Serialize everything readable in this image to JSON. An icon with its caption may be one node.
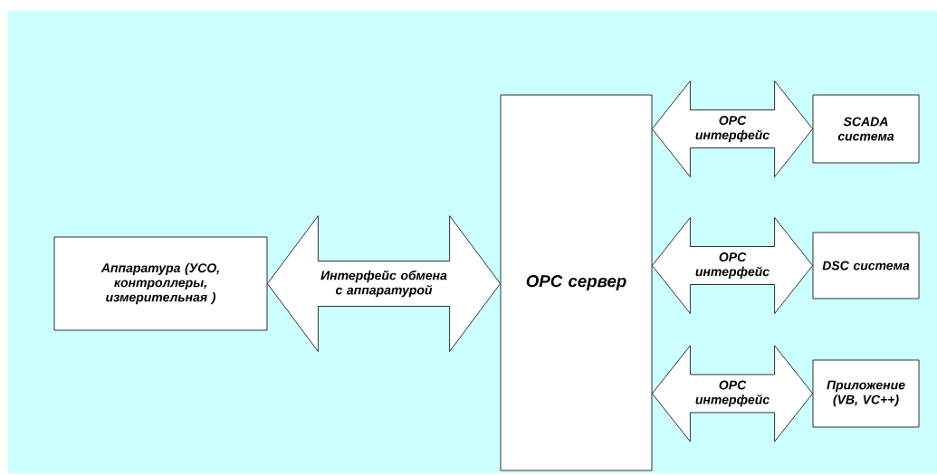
{
  "diagram": {
    "nodes": [
      {
        "text": [
          "Аппаратура (УСО, контроллеры, измерительная )"
        ]
      },
      {
        "text": [
          "OPC сервер"
        ]
      },
      {
        "text": [
          "SCADA система"
        ]
      },
      {
        "text": [
          "DSC система"
        ]
      },
      {
        "text": [
          "Приложение (VB, VC++)"
        ]
      }
    ],
    "edges": [
      {
        "from": 0,
        "to": 1,
        "arrow": "both",
        "label": "Интерфейс обмена с аппаратурой"
      },
      {
        "from": 1,
        "to": 2,
        "arrow": "both",
        "label": "OPC интерфейс"
      },
      {
        "from": 1,
        "to": 3,
        "arrow": "both",
        "label": "OPC интерфейс"
      },
      {
        "from": 1,
        "to": 4,
        "arrow": "both",
        "label": "OPC интерфейс"
      }
    ]
  }
}
